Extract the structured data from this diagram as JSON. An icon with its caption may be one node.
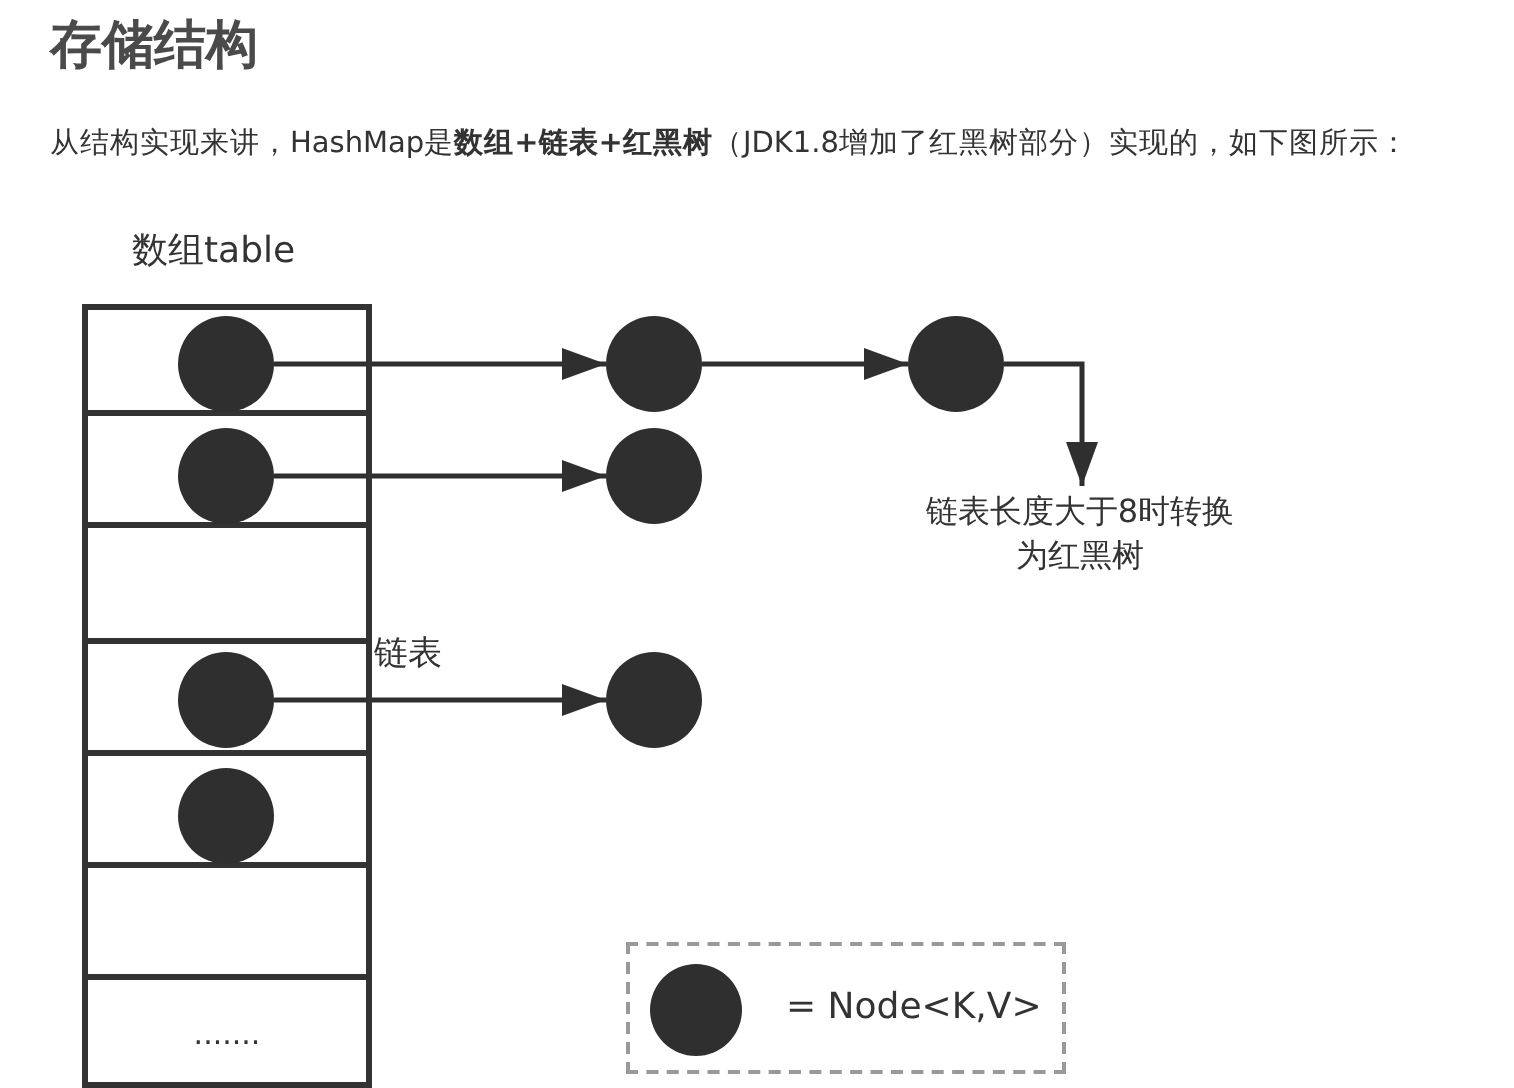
{
  "diagram": {
    "title": "存储结构",
    "nodes": [
      {
        "text": [
          "数组table"
        ]
      },
      {
        "text": [],
        "shape": "box",
        "in": 0
      },
      {
        "text": [],
        "shape": "box",
        "in": 0
      },
      {
        "text": [],
        "shape": "box",
        "in": 0
      },
      {
        "text": [],
        "shape": "box",
        "in": 0
      },
      {
        "text": [],
        "shape": "box",
        "in": 0
      },
      {
        "text": [],
        "shape": "box",
        "in": 0
      },
      {
        "text": [
          "......."
        ],
        "in": 0
      },
      {
        "text": [],
        "shape": "circle",
        "in": 1
      },
      {
        "text": [],
        "shape": "circle",
        "in": 2
      },
      {
        "text": [],
        "shape": "circle",
        "in": 4
      },
      {
        "text": [],
        "shape": "circle",
        "in": 5
      },
      {
        "text": [],
        "shape": "circle"
      },
      {
        "text": [],
        "shape": "circle"
      },
      {
        "text": [],
        "shape": "circle"
      },
      {
        "text": [],
        "shape": "circle"
      },
      {
        "text": [
          "链表长度大于8时转换为红黑树"
        ]
      }
    ],
    "edges": [
      {
        "from": 8,
        "to": 12,
        "arrow": "to"
      },
      {
        "from": 12,
        "to": 13,
        "arrow": "to"
      },
      {
        "from": 13,
        "to": 16,
        "arrow": "to"
      },
      {
        "from": 9,
        "to": 14,
        "arrow": "to"
      },
      {
        "from": 10,
        "to": 15,
        "label": "链表",
        "arrow": "to"
      }
    ],
    "labels": [
      "从结构实现来讲，HashMap是**数组+链表+红黑树**（JDK1.8增加了红黑树部分）实现的，如下图所示："
    ],
    "legend": [
      {
        "text": "= Node<K,V>"
      }
    ]
  }
}
